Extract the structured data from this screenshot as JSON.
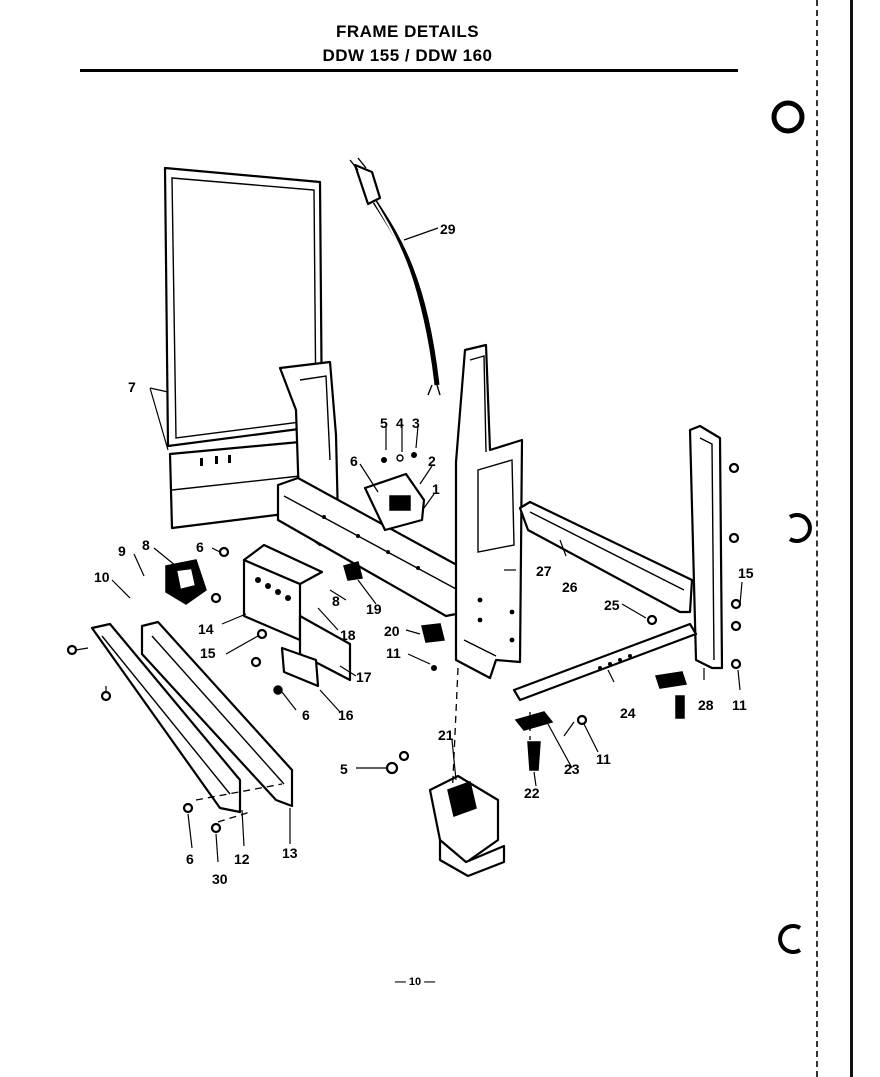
{
  "header": {
    "title": "FRAME DETAILS",
    "subtitle": "DDW 155 / DDW 160"
  },
  "footer": {
    "page_number": "— 10 —"
  },
  "callouts": [
    {
      "id": "c1",
      "text": "1"
    },
    {
      "id": "c2",
      "text": "2"
    },
    {
      "id": "c3",
      "text": "3"
    },
    {
      "id": "c4",
      "text": "4"
    },
    {
      "id": "c5a",
      "text": "5"
    },
    {
      "id": "c5b",
      "text": "5"
    },
    {
      "id": "c6a",
      "text": "6"
    },
    {
      "id": "c6b",
      "text": "6"
    },
    {
      "id": "c6c",
      "text": "6"
    },
    {
      "id": "c6d",
      "text": "6"
    },
    {
      "id": "c7",
      "text": "7"
    },
    {
      "id": "c8a",
      "text": "8"
    },
    {
      "id": "c8b",
      "text": "8"
    },
    {
      "id": "c9",
      "text": "9"
    },
    {
      "id": "c10",
      "text": "10"
    },
    {
      "id": "c11a",
      "text": "11"
    },
    {
      "id": "c11b",
      "text": "11"
    },
    {
      "id": "c11c",
      "text": "11"
    },
    {
      "id": "c12",
      "text": "12"
    },
    {
      "id": "c13",
      "text": "13"
    },
    {
      "id": "c14",
      "text": "14"
    },
    {
      "id": "c15a",
      "text": "15"
    },
    {
      "id": "c15b",
      "text": "15"
    },
    {
      "id": "c16",
      "text": "16"
    },
    {
      "id": "c17",
      "text": "17"
    },
    {
      "id": "c18",
      "text": "18"
    },
    {
      "id": "c19",
      "text": "19"
    },
    {
      "id": "c20",
      "text": "20"
    },
    {
      "id": "c21",
      "text": "21"
    },
    {
      "id": "c22",
      "text": "22"
    },
    {
      "id": "c23",
      "text": "23"
    },
    {
      "id": "c24",
      "text": "24"
    },
    {
      "id": "c25",
      "text": "25"
    },
    {
      "id": "c26",
      "text": "26"
    },
    {
      "id": "c27",
      "text": "27"
    },
    {
      "id": "c28a",
      "text": "28"
    },
    {
      "id": "c28b",
      "text": "28"
    },
    {
      "id": "c29",
      "text": "29"
    },
    {
      "id": "c30",
      "text": "30"
    }
  ]
}
